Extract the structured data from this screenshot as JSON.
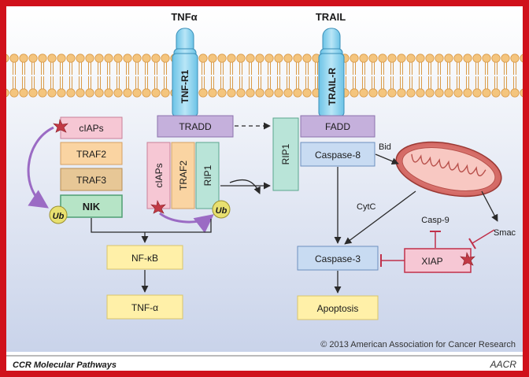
{
  "ligands": {
    "tnfa": "TNFα",
    "trail": "TRAIL"
  },
  "receptors": {
    "tnfr1": "TNF-R1",
    "trailr": "TRAIL-R"
  },
  "nodes": {
    "ciaps_left": "cIAPs",
    "traf2_left": "TRAF2",
    "traf3": "TRAF3",
    "nik": "NIK",
    "tradd": "TRADD",
    "ciaps_complex": "cIAPs",
    "traf2_complex": "TRAF2",
    "rip1_complex": "RIP1",
    "rip1_mid": "RIP1",
    "fadd": "FADD",
    "caspase8": "Caspase-8",
    "nfkb": "NF-κB",
    "tnfa_out": "TNF-α",
    "caspase3": "Caspase-3",
    "apoptosis": "Apoptosis",
    "xiap": "XIAP"
  },
  "labels": {
    "ub_left": "Ub",
    "ub_right": "Ub",
    "bid": "Bid",
    "cytc": "CytC",
    "casp9": "Casp-9",
    "smac": "Smac"
  },
  "footer": {
    "copyright": "© 2013 American Association for Cancer Research",
    "series": "CCR Molecular Pathways",
    "logo": "AACR"
  },
  "colors": {
    "frame": "#d0111b",
    "background_top": "#ffffff",
    "background_bottom": "#c9d3ea",
    "membrane": "#f2c27a",
    "receptor": "#8fd3ef",
    "tradd_fadd": "#c5b0dc",
    "ciaps": "#f6c7d4",
    "traf": "#fad4a2",
    "traf3": "#e7c796",
    "nik": "#b6e4c6",
    "rip1": "#b9e4d8",
    "caspase": "#c8dbf2",
    "output": "#fff0a8",
    "ub": "#e8e070",
    "mitochondrion": "#e07470",
    "inhibition": "#c0304a"
  }
}
